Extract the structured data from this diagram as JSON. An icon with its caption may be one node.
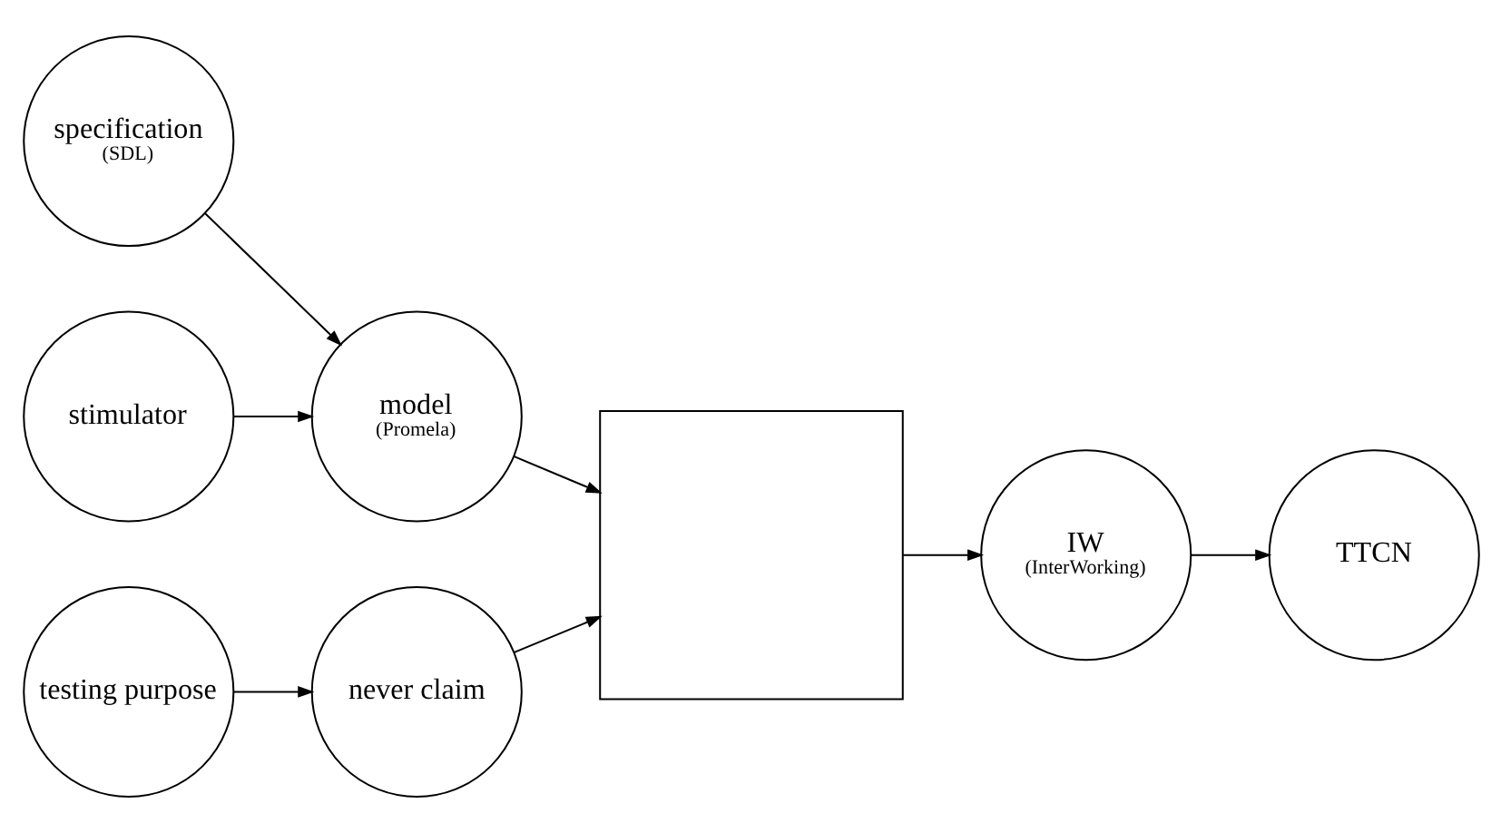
{
  "diagram": {
    "nodes": [
      {
        "text": [
          "specification",
          "(SDL)"
        ]
      },
      {
        "text": [
          "stimulator"
        ]
      },
      {
        "text": [
          "model",
          "(Promela)"
        ]
      },
      {
        "text": [
          "testing purpose"
        ]
      },
      {
        "text": [
          "never claim"
        ]
      },
      {
        "text": [],
        "shape": "box"
      },
      {
        "text": [
          "IW",
          "(InterWorking)"
        ]
      },
      {
        "text": [
          "TTCN"
        ]
      }
    ],
    "edges": [
      {
        "from": 0,
        "to": 2,
        "arrow": "to"
      },
      {
        "from": 1,
        "to": 2,
        "arrow": "to"
      },
      {
        "from": 3,
        "to": 4,
        "arrow": "to"
      },
      {
        "from": 2,
        "to": 5,
        "arrow": "to"
      },
      {
        "from": 4,
        "to": 5,
        "arrow": "to"
      },
      {
        "from": 5,
        "to": 6,
        "arrow": "to"
      },
      {
        "from": 6,
        "to": 7,
        "arrow": "to"
      }
    ]
  }
}
